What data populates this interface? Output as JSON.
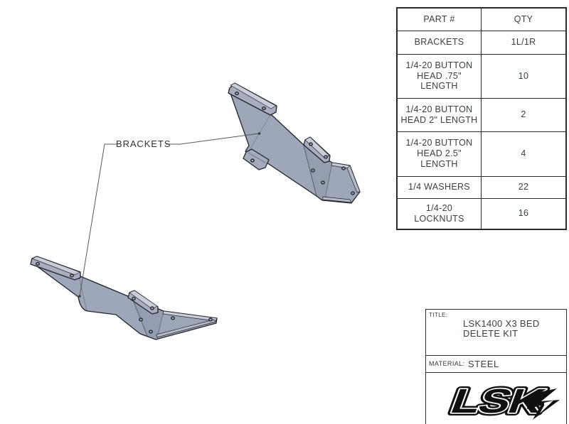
{
  "diagram": {
    "label": "BRACKETS"
  },
  "parts_table": {
    "headers": {
      "part": "PART #",
      "qty": "QTY"
    },
    "rows": [
      {
        "part": "BRACKETS",
        "qty": "1L/1R"
      },
      {
        "part": "1/4-20 BUTTON\nHEAD .75\"\nLENGTH",
        "qty": "10"
      },
      {
        "part": "1/4-20 BUTTON\nHEAD 2\" LENGTH",
        "qty": "2"
      },
      {
        "part": "1/4-20 BUTTON\nHEAD 2.5\"\nLENGTH",
        "qty": "4"
      },
      {
        "part": "1/4 WASHERS",
        "qty": "22"
      },
      {
        "part": "1/4-20\nLOCKNUTS",
        "qty": "16"
      }
    ]
  },
  "title_block": {
    "title_label": "TITLE:",
    "title": "LSK1400 X3 BED\nDELETE KIT",
    "material_label": "MATERIAL:",
    "material": "STEEL",
    "logo_text": "LSK"
  },
  "colors": {
    "bracket_face": "#9ea6ba",
    "bracket_flange": "#a8aec0",
    "bracket_highlight": "#c9cdd8",
    "outline": "#22242a",
    "table_border": "#2b2b2b",
    "text": "#3a4141",
    "leader_line": "#55585a"
  }
}
